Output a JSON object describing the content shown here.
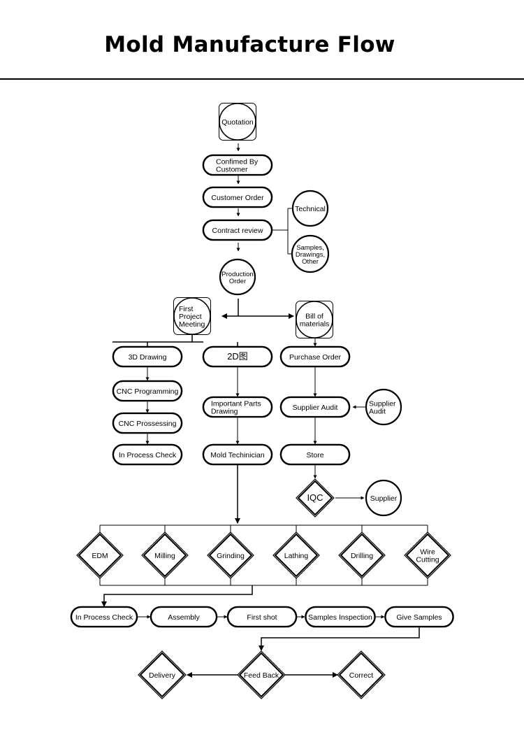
{
  "title": "Mold Manufacture Flow",
  "nodes": {
    "quotation": [
      "Quotation"
    ],
    "confirmed": [
      "Confimed By",
      "Customer"
    ],
    "customer_order": [
      "Customer Order"
    ],
    "contract_review": [
      "Contract review"
    ],
    "technical": [
      "Technical"
    ],
    "samples_drawings": [
      "Samples,",
      "Drawings,",
      "Other"
    ],
    "production_order": [
      "Production",
      "Order"
    ],
    "first_meeting": [
      "First",
      "Project",
      "Meeting"
    ],
    "bill_of_materials": [
      "Bill of",
      "materials"
    ],
    "drawing_3d": [
      "3D Drawing"
    ],
    "drawing_2d": [
      "2D图"
    ],
    "purchase_order": [
      "Purchase Order"
    ],
    "cnc_programming": [
      "CNC Programming"
    ],
    "cnc_processing": [
      "CNC Prossessing"
    ],
    "in_process_check_1": [
      "In Process Check"
    ],
    "important_parts": [
      "Important Parts",
      "Drawing"
    ],
    "mold_technician": [
      "Mold Techinician"
    ],
    "supplier_audit": [
      "Supplier Audit"
    ],
    "supplier_audit_circle": [
      "Supplier",
      "Audit"
    ],
    "store": [
      "Store"
    ],
    "iqc": [
      "IQC"
    ],
    "supplier": [
      "Supplier"
    ],
    "edm": [
      "EDM"
    ],
    "milling": [
      "Milling"
    ],
    "grinding": [
      "Grinding"
    ],
    "lathing": [
      "Lathing"
    ],
    "drilling": [
      "Drilling"
    ],
    "wire_cutting": [
      "Wire",
      "Cutting"
    ],
    "in_process_check_2": [
      "In Process Check"
    ],
    "assembly": [
      "Assembly"
    ],
    "first_shot": [
      "First shot"
    ],
    "samples_inspection": [
      "Samples Inspection"
    ],
    "give_samples": [
      "Give Samples"
    ],
    "delivery": [
      "Delivery"
    ],
    "feed_back": [
      "Feed Back"
    ],
    "correct": [
      "Correct"
    ]
  },
  "colors": {
    "ink": "#000000",
    "background": "#ffffff"
  }
}
